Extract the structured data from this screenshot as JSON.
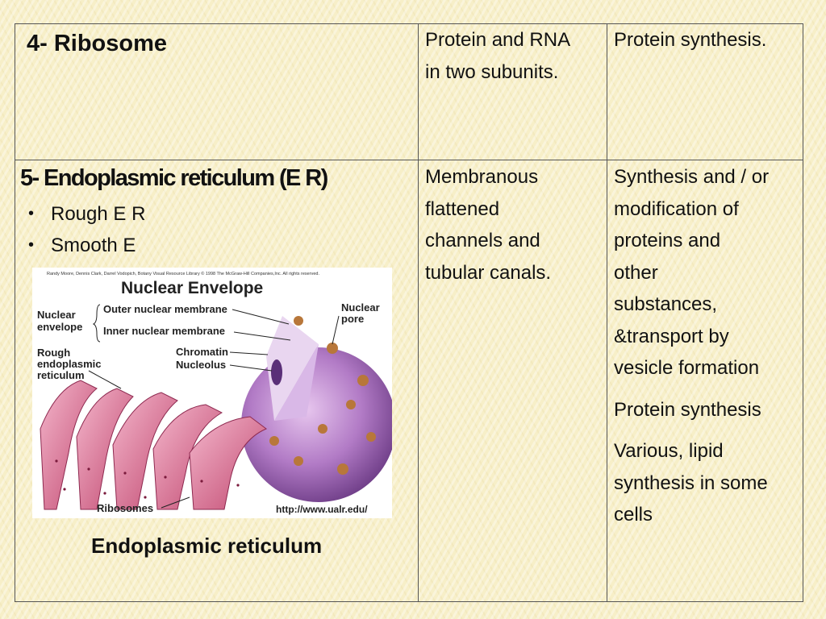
{
  "rows": [
    {
      "organelle": "4- Ribosome",
      "structure": [
        "Protein and RNA",
        "in two subunits."
      ],
      "function": [
        "Protein synthesis."
      ]
    },
    {
      "organelle": "5- Endoplasmic reticulum (E R)",
      "bullets": [
        "Rough E R",
        "Smooth E"
      ],
      "structure": [
        "Membranous",
        "flattened",
        "channels and",
        "tubular canals."
      ],
      "function_groups": [
        [
          "Synthesis and / or",
          "modification of",
          "proteins and",
          "other",
          "substances,",
          "&transport by",
          "vesicle formation"
        ],
        [
          "Protein synthesis"
        ],
        [
          "Various, lipid",
          "synthesis in some",
          "cells"
        ]
      ]
    }
  ],
  "figure": {
    "credit": "Randy Moore, Dennis Clark, Darrel Vodopich, Botany Visual Resource Library © 1998 The McGraw-Hill Companies,Inc. All rights reserved.",
    "heading": "Nuclear Envelope",
    "labels": {
      "nuclear_envelope_1": "Nuclear",
      "nuclear_envelope_2": "envelope",
      "outer_membrane": "Outer nuclear membrane",
      "inner_membrane": "Inner nuclear membrane",
      "nuclear_pore_1": "Nuclear",
      "nuclear_pore_2": "pore",
      "rough_er_1": "Rough",
      "rough_er_2": "endoplasmic",
      "rough_er_3": "reticulum",
      "chromatin": "Chromatin",
      "nucleolus": "Nucleolus",
      "ribosomes": "Ribosomes",
      "url": "http://www.ualr.edu/"
    },
    "caption": "Endoplasmic reticulum"
  }
}
